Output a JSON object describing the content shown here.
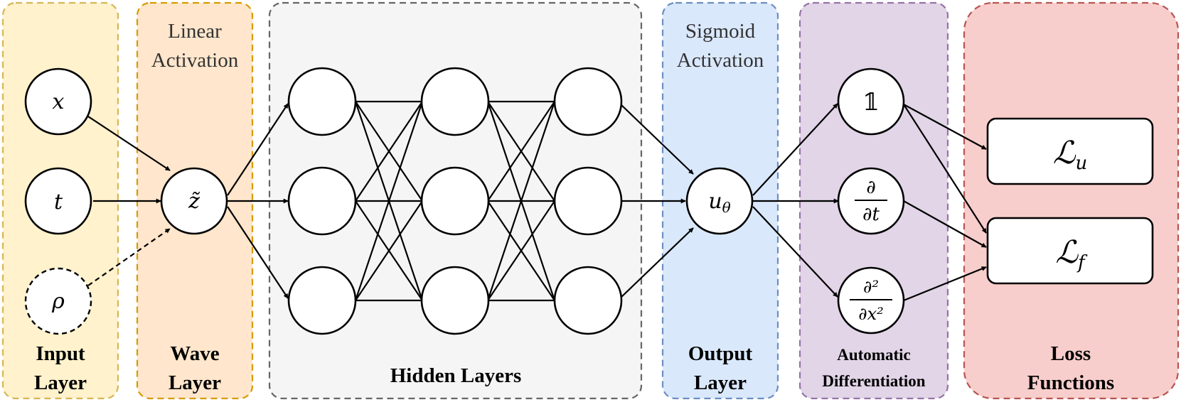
{
  "colors": {
    "input_fill": "#FFF2CC",
    "input_stroke": "#D6B656",
    "wave_fill": "#FFE6CC",
    "wave_stroke": "#D79B00",
    "hidden_fill": "#F5F5F5",
    "hidden_stroke": "#666666",
    "output_fill": "#DAE8FC",
    "output_stroke": "#6C8EBF",
    "autodiff_fill": "#E1D5E7",
    "autodiff_stroke": "#9673A6",
    "loss_fill": "#F8CECC",
    "loss_stroke": "#B85450"
  },
  "panels": {
    "input": {
      "caption_line1": "Input",
      "caption_line2": "Layer"
    },
    "wave": {
      "subtitle_line1": "Linear",
      "subtitle_line2": "Activation",
      "caption_line1": "Wave",
      "caption_line2": "Layer"
    },
    "hidden": {
      "caption": "Hidden Layers"
    },
    "output": {
      "subtitle_line1": "Sigmoid",
      "subtitle_line2": "Activation",
      "caption_line1": "Output",
      "caption_line2": "Layer"
    },
    "autodiff": {
      "caption_line1": "Automatic",
      "caption_line2": "Differentiation"
    },
    "loss": {
      "caption_line1": "Loss",
      "caption_line2": "Functions"
    }
  },
  "nodes": {
    "input_x": "x",
    "input_t": "t",
    "input_rho": "ρ",
    "wave_z": "z̃",
    "output_u": "u",
    "output_u_sub": "θ",
    "ad_identity": "𝟙",
    "ad_dt_num": "∂",
    "ad_dt_den": "∂t",
    "ad_dxx_num": "∂²",
    "ad_dxx_den": "∂x²"
  },
  "losses": {
    "lu_main": "ℒ",
    "lu_sub": "u",
    "lf_main": "ℒ",
    "lf_sub": "f"
  }
}
